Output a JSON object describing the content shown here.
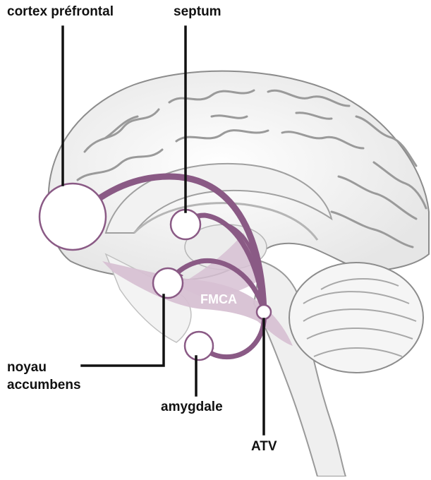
{
  "labels": {
    "cortex_prefrontal": "cortex préfrontal",
    "septum": "septum",
    "noyau_line1": "noyau",
    "noyau_line2": "accumbens",
    "amygdale": "amygdale",
    "atv": "ATV",
    "fmca": "FMCA"
  },
  "colors": {
    "pathway": "#8a5a85",
    "bundle": "#d7c1d3",
    "node_outline": "#8a5a85",
    "brain_line": "#8c8c8c",
    "brain_shade": "#e8e8e8",
    "leader_line": "#111111",
    "label_text": "#111111"
  }
}
